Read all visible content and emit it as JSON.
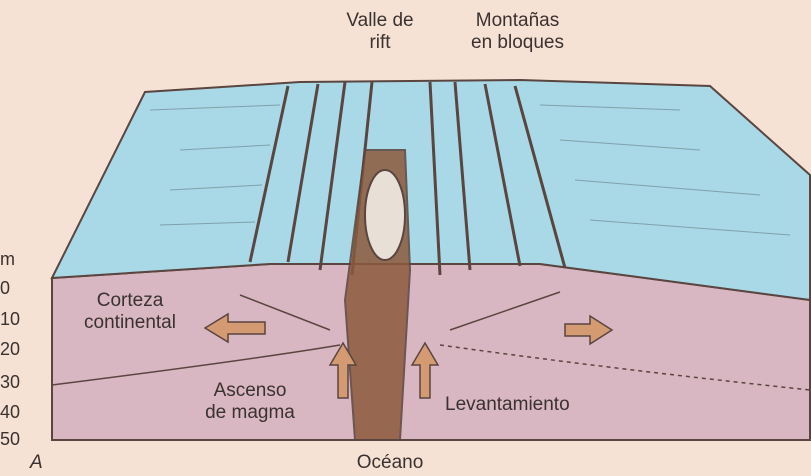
{
  "labels": {
    "valle_line1": "Valle de",
    "valle_line2": "rift",
    "montanas_line1": "Montañas",
    "montanas_line2": "en bloques",
    "corteza_line1": "Corteza",
    "corteza_line2": "continental",
    "ascenso_line1": "Ascenso",
    "ascenso_line2": "de magma",
    "levantamiento": "Levantamiento",
    "oceano": "Océano",
    "panel_letter": "A"
  },
  "depth_scale": {
    "unit": "m",
    "ticks": [
      "0",
      "10",
      "20",
      "30",
      "40",
      "50"
    ]
  },
  "colors": {
    "background": "#f6e2d4",
    "surface": "#a9d8e6",
    "crust": "#d9b7c2",
    "magma": "#8c5a3c",
    "arrow": "#d49a72",
    "line": "#5a4540"
  }
}
